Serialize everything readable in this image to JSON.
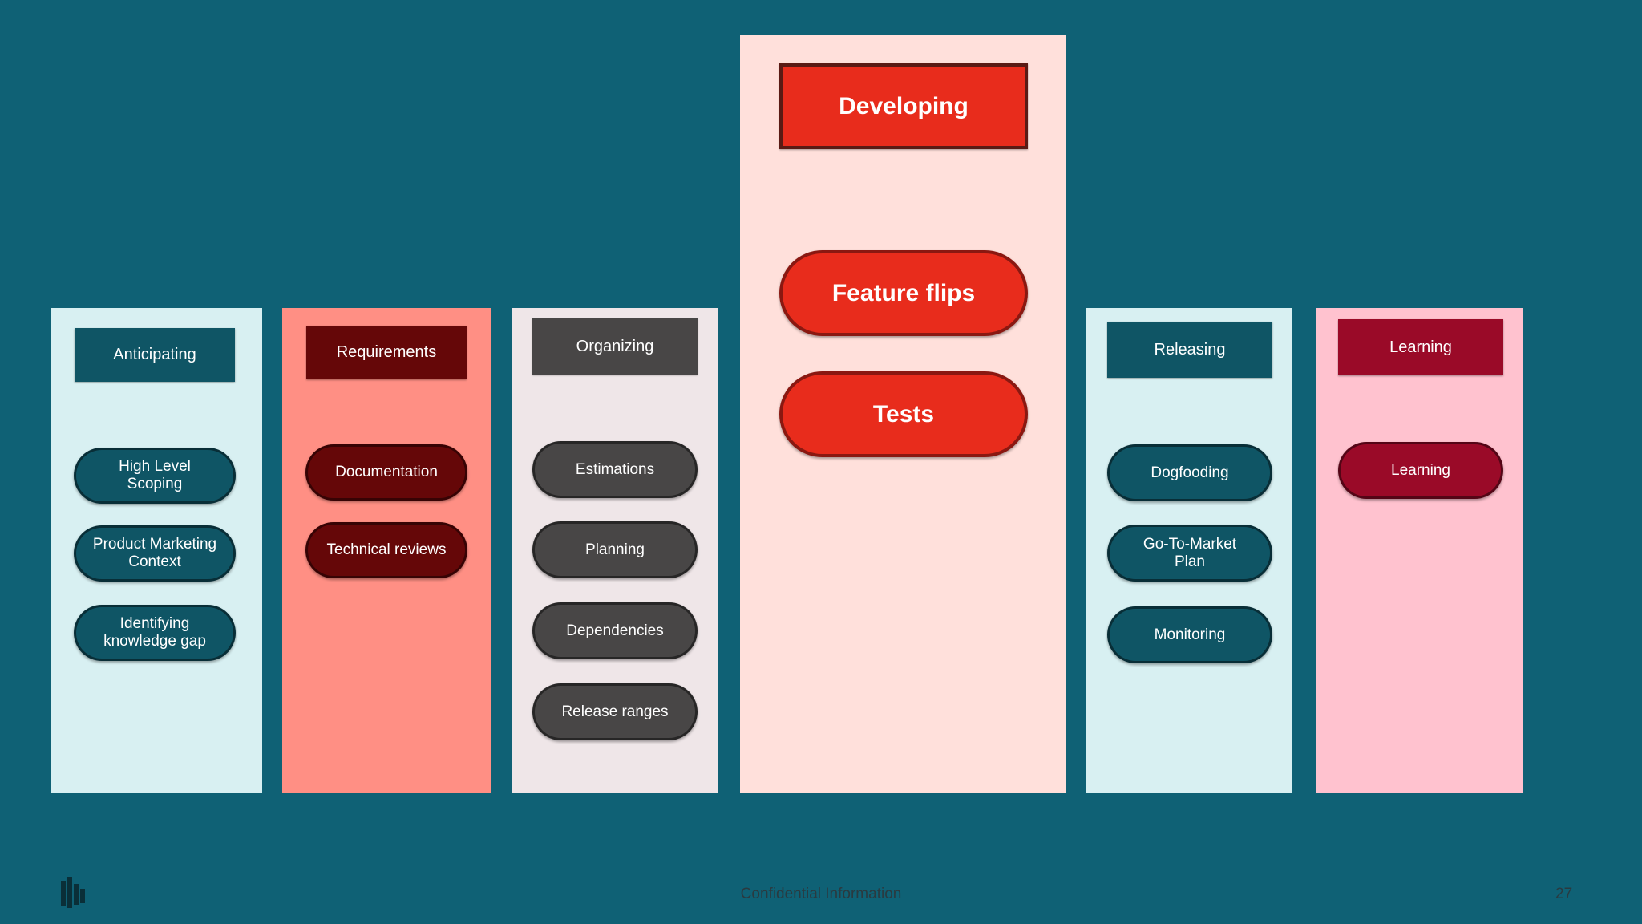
{
  "colors": {
    "background": "#0f6175",
    "anticipating": "#d8f0f2",
    "requirements": "#ff8f84",
    "organizing": "#efe6e8",
    "developing": "#ffe0db",
    "releasing": "#d8f0f2",
    "learning": "#ffc2cf"
  },
  "columns": {
    "anticipating": {
      "header": "Anticipating",
      "items": [
        "High Level\nScoping",
        "Product Marketing\nContext",
        "Identifying\nknowledge gap"
      ]
    },
    "requirements": {
      "header": "Requirements",
      "items": [
        "Documentation",
        "Technical reviews"
      ]
    },
    "organizing": {
      "header": "Organizing",
      "items": [
        "Estimations",
        "Planning",
        "Dependencies",
        "Release ranges"
      ]
    },
    "developing": {
      "header": "Developing",
      "items": [
        "Feature flips",
        "Tests"
      ]
    },
    "releasing": {
      "header": "Releasing",
      "items": [
        "Dogfooding",
        "Go-To-Market\nPlan",
        "Monitoring"
      ]
    },
    "learning": {
      "header": "Learning",
      "items": [
        "Learning"
      ]
    }
  },
  "footer": {
    "text": "Confidential Information",
    "page_number": "27"
  }
}
